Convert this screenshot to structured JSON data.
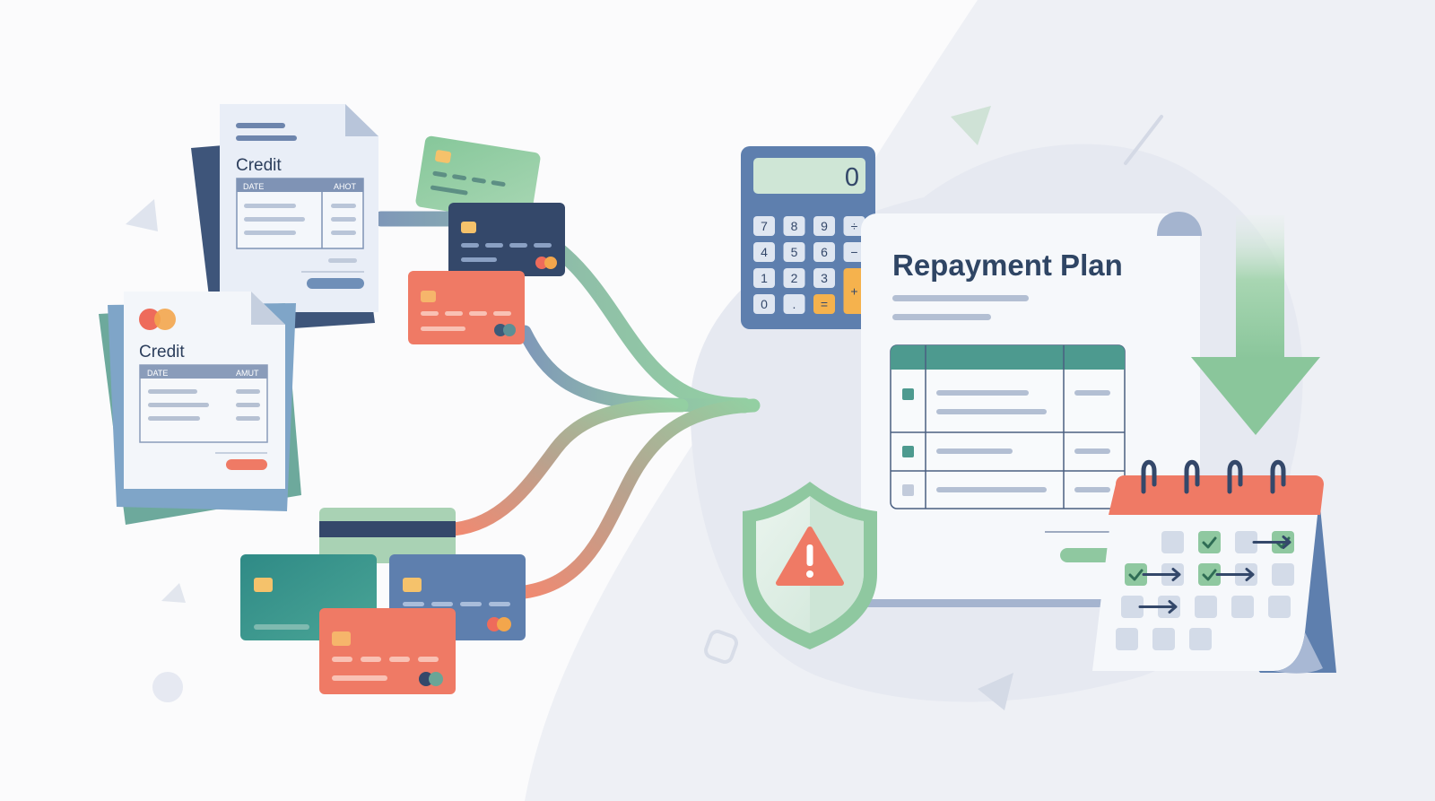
{
  "statements": [
    {
      "title": "Credit",
      "col_left": "DATE",
      "col_right": "AHOT"
    },
    {
      "title": "Credit",
      "col_left": "DATE",
      "col_right": "AMUT"
    }
  ],
  "calculator": {
    "display": "0",
    "keys": [
      "7",
      "8",
      "9",
      "÷",
      "4",
      "5",
      "6",
      "−",
      "1",
      "2",
      "3",
      "+",
      "0",
      ".",
      "="
    ]
  },
  "plan": {
    "title": "Repayment Plan"
  },
  "colors": {
    "navy": "#34486a",
    "green": "#8fc8a0",
    "teal": "#3a9a8e",
    "coral": "#ef7a65",
    "blue": "#5e7fae",
    "orange": "#f6a23f",
    "paper": "#eef2f8"
  },
  "icons": [
    "warning-icon",
    "shield-icon",
    "calendar-icon",
    "calculator-icon",
    "down-arrow-icon",
    "check-icon"
  ]
}
